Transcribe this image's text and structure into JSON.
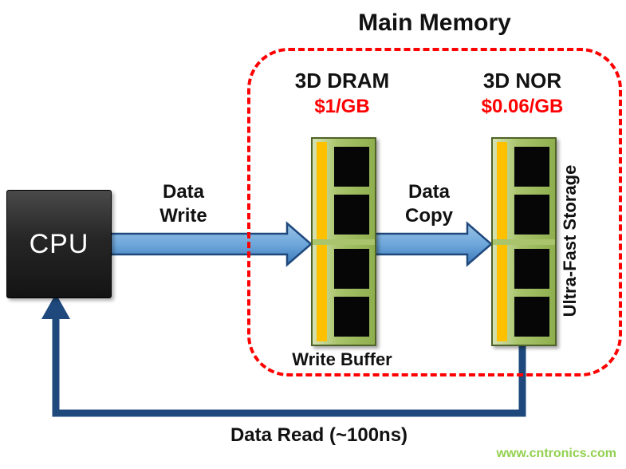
{
  "title": "Main Memory",
  "cpu": {
    "label": "CPU"
  },
  "dram": {
    "name": "3D DRAM",
    "price": "$1/GB",
    "caption": "Write Buffer"
  },
  "nor": {
    "name": "3D NOR",
    "price": "$0.06/GB",
    "side_label": "Ultra-Fast Storage"
  },
  "arrows": {
    "write": {
      "label_line1": "Data",
      "label_line2": "Write"
    },
    "copy": {
      "label_line1": "Data",
      "label_line2": "Copy"
    },
    "read": {
      "label": "Data Read (~100ns)"
    }
  },
  "watermark": "www.cntronics.com",
  "icons": [
    "memory-module-icon",
    "arrow-right-icon",
    "arrow-up-icon"
  ],
  "colors": {
    "boundary_red": "#FF0000",
    "price_red": "#FF0000",
    "arrow_fill_top": "#9CC3E5",
    "arrow_fill_mid": "#6FA8DC",
    "arrow_fill_bottom": "#3D78B8",
    "arrow_stroke": "#1F497D",
    "read_line": "#1F497D",
    "chip_green_light": "#D6E3B5",
    "chip_green": "#8FAF4E",
    "chip_border": "#4F6228",
    "chip_stripe_yellow": "#FFC000",
    "cell_black": "#060606",
    "cpu_fill": "#262626",
    "watermark_green": "#92D050"
  }
}
